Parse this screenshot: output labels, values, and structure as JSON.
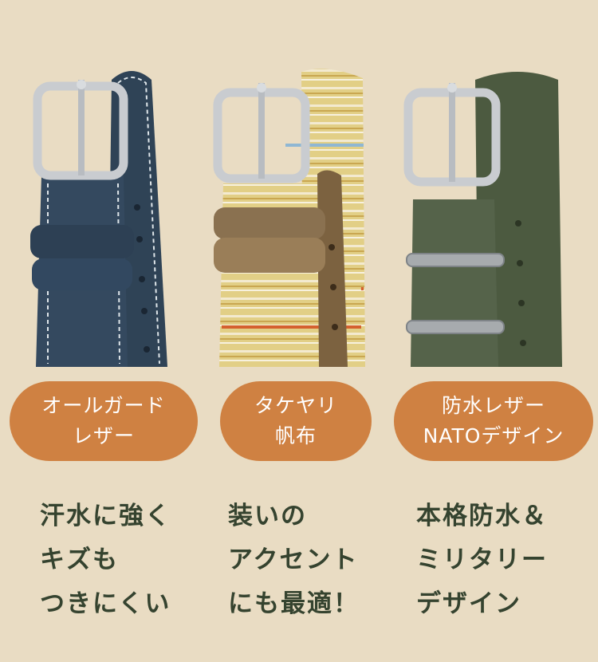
{
  "colors": {
    "background": "#e9dcc3",
    "label_pill": "#cf8142",
    "label_text": "#ffffff",
    "description_text": "#35432f"
  },
  "products": [
    {
      "strap_icon": "navy-leather-watch-strap-icon",
      "label_lines": [
        "オールガード",
        "レザー"
      ],
      "description_lines": [
        "汗水に強く",
        "キズも",
        "つきにくい"
      ]
    },
    {
      "strap_icon": "striped-canvas-watch-strap-icon",
      "label_lines": [
        "タケヤリ",
        "帆布"
      ],
      "description_lines": [
        "装いの",
        "アクセント",
        "にも最適！"
      ]
    },
    {
      "strap_icon": "olive-nato-watch-strap-icon",
      "label_lines": [
        "防水レザー",
        "NATOデザイン"
      ],
      "description_lines": [
        "本格防水＆",
        "ミリタリー",
        "デザイン"
      ]
    }
  ]
}
